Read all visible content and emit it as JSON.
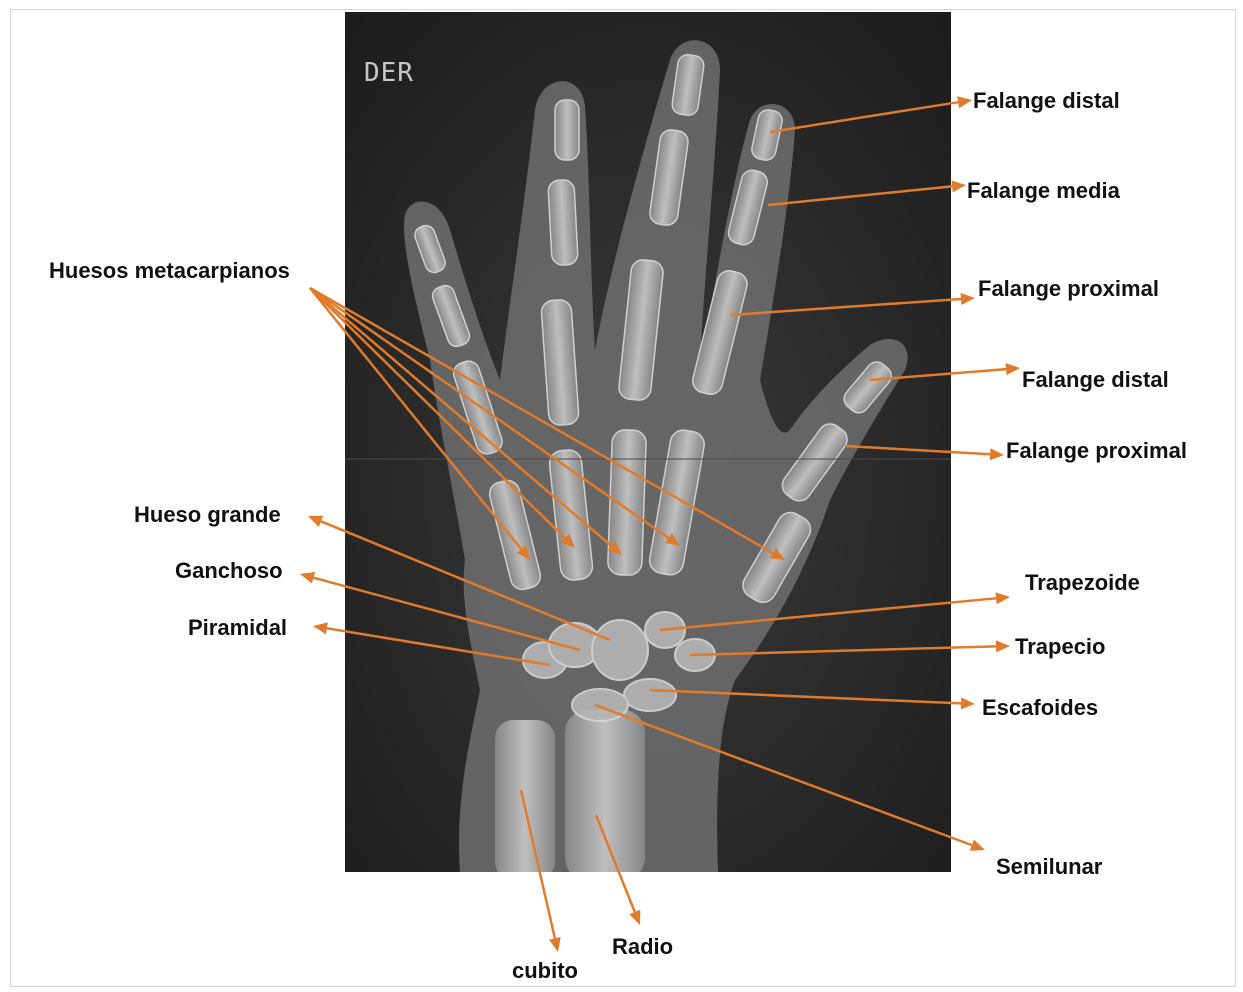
{
  "xray_marker": "DER",
  "accent_color": "#e07b2c",
  "labels": {
    "falange_distal_top": "Falange distal",
    "falange_media": "Falange media",
    "falange_proximal_top": "Falange proximal",
    "falange_distal_thumb": "Falange distal",
    "falange_proximal_thumb": "Falange proximal",
    "huesos_metacarpianos": "Huesos metacarpianos",
    "hueso_grande": "Hueso grande",
    "ganchoso": "Ganchoso",
    "piramidal": "Piramidal",
    "trapezoide": "Trapezoide",
    "trapecio": "Trapecio",
    "escafoides": "Escafoides",
    "semilunar": "Semilunar",
    "radio": "Radio",
    "cubito": "cubito"
  }
}
